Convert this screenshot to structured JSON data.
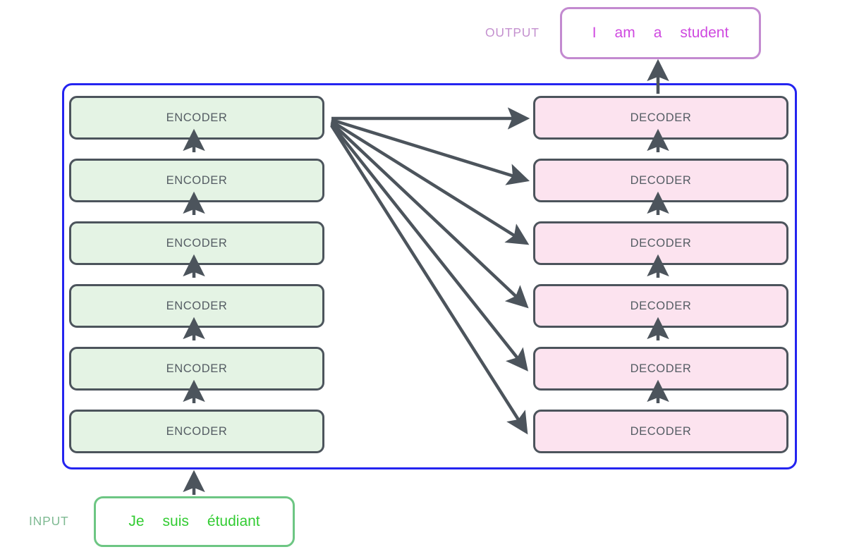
{
  "diagram": {
    "title": "Transformer encoder-decoder stack",
    "colors": {
      "encoder_fill": "#e4f3e4",
      "decoder_fill": "#fce3ef",
      "block_border": "#4c545c",
      "block_text": "#545c63",
      "container_border": "#2424f0",
      "arrow": "#4c545c",
      "input_border": "#6dc683",
      "input_text": "#33cc33",
      "input_label": "#7fba93",
      "output_border": "#c38ad0",
      "output_text": "#cf49e0",
      "output_label": "#c491cf",
      "background": "#ffffff"
    }
  },
  "input": {
    "label": "INPUT",
    "tokens": [
      "Je",
      "suis",
      "étudiant"
    ]
  },
  "output": {
    "label": "OUTPUT",
    "tokens": [
      "I",
      "am",
      "a",
      "student"
    ]
  },
  "encoder_stack": {
    "name": "encoder-stack",
    "count": 6,
    "blocks": [
      {
        "label": "ENCODER"
      },
      {
        "label": "ENCODER"
      },
      {
        "label": "ENCODER"
      },
      {
        "label": "ENCODER"
      },
      {
        "label": "ENCODER"
      },
      {
        "label": "ENCODER"
      }
    ]
  },
  "decoder_stack": {
    "name": "decoder-stack",
    "count": 6,
    "blocks": [
      {
        "label": "DECODER"
      },
      {
        "label": "DECODER"
      },
      {
        "label": "DECODER"
      },
      {
        "label": "DECODER"
      },
      {
        "label": "DECODER"
      },
      {
        "label": "DECODER"
      }
    ]
  },
  "connections": {
    "encoder_upward_arrows": 5,
    "decoder_upward_arrows": 5,
    "input_to_encoder_arrow": 1,
    "decoder_to_output_arrow": 1,
    "cross_attention_fan_arrows": 6,
    "fan_origin_note": "top encoder right edge to each decoder left edge"
  }
}
